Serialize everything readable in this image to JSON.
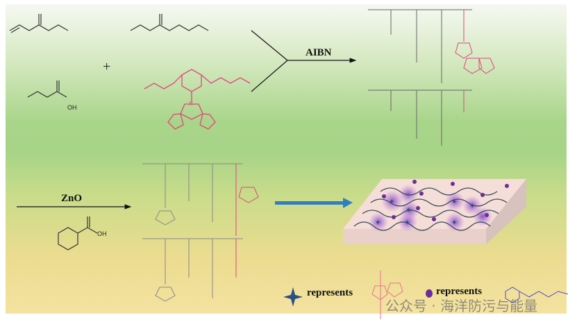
{
  "reagents": {
    "step1": "AIBN",
    "step2": "ZnO"
  },
  "atom_labels": {
    "hydroxyl": "OH",
    "nitrogen": "N"
  },
  "plus_sign": "+",
  "legend": [
    {
      "icon": "four-point-star-icon",
      "label": "represents"
    },
    {
      "icon": "purple-dot-icon",
      "label": "represents"
    }
  ],
  "watermark": "公众号 · 海洋防污与能量",
  "colors": {
    "star": "#2a4f86",
    "dot": "#6a2d9a",
    "carbazole": "#e0457a",
    "arrow_blue": "#2f7fc1"
  }
}
